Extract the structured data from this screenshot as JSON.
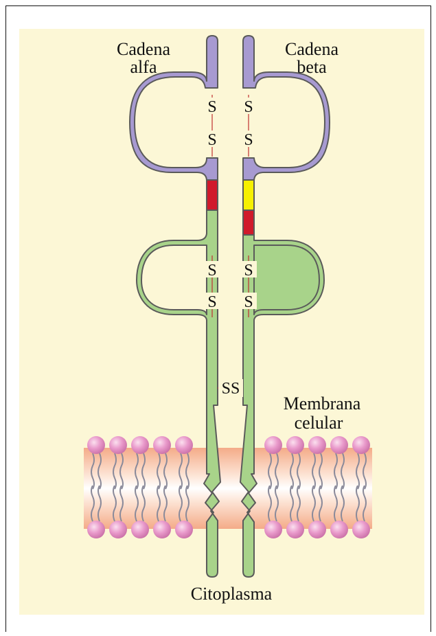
{
  "diagram": {
    "labels": {
      "alpha_line1": "Cadena",
      "alpha_line2": "alfa",
      "beta_line1": "Cadena",
      "beta_line2": "beta",
      "membrane_line1": "Membrana",
      "membrane_line2": "celular",
      "cytoplasm": "Citoplasma",
      "disulfide_s": "S",
      "interchain_ss": "SS"
    },
    "colors": {
      "panel_background": "#fcf7d6",
      "chain_purple": "#a79ad1",
      "chain_green": "#a8d38a",
      "segment_red": "#d01a2b",
      "segment_yellow": "#f6f000",
      "lipid_head_pink": "#e693c2",
      "membrane_core": "#f6b898"
    }
  }
}
